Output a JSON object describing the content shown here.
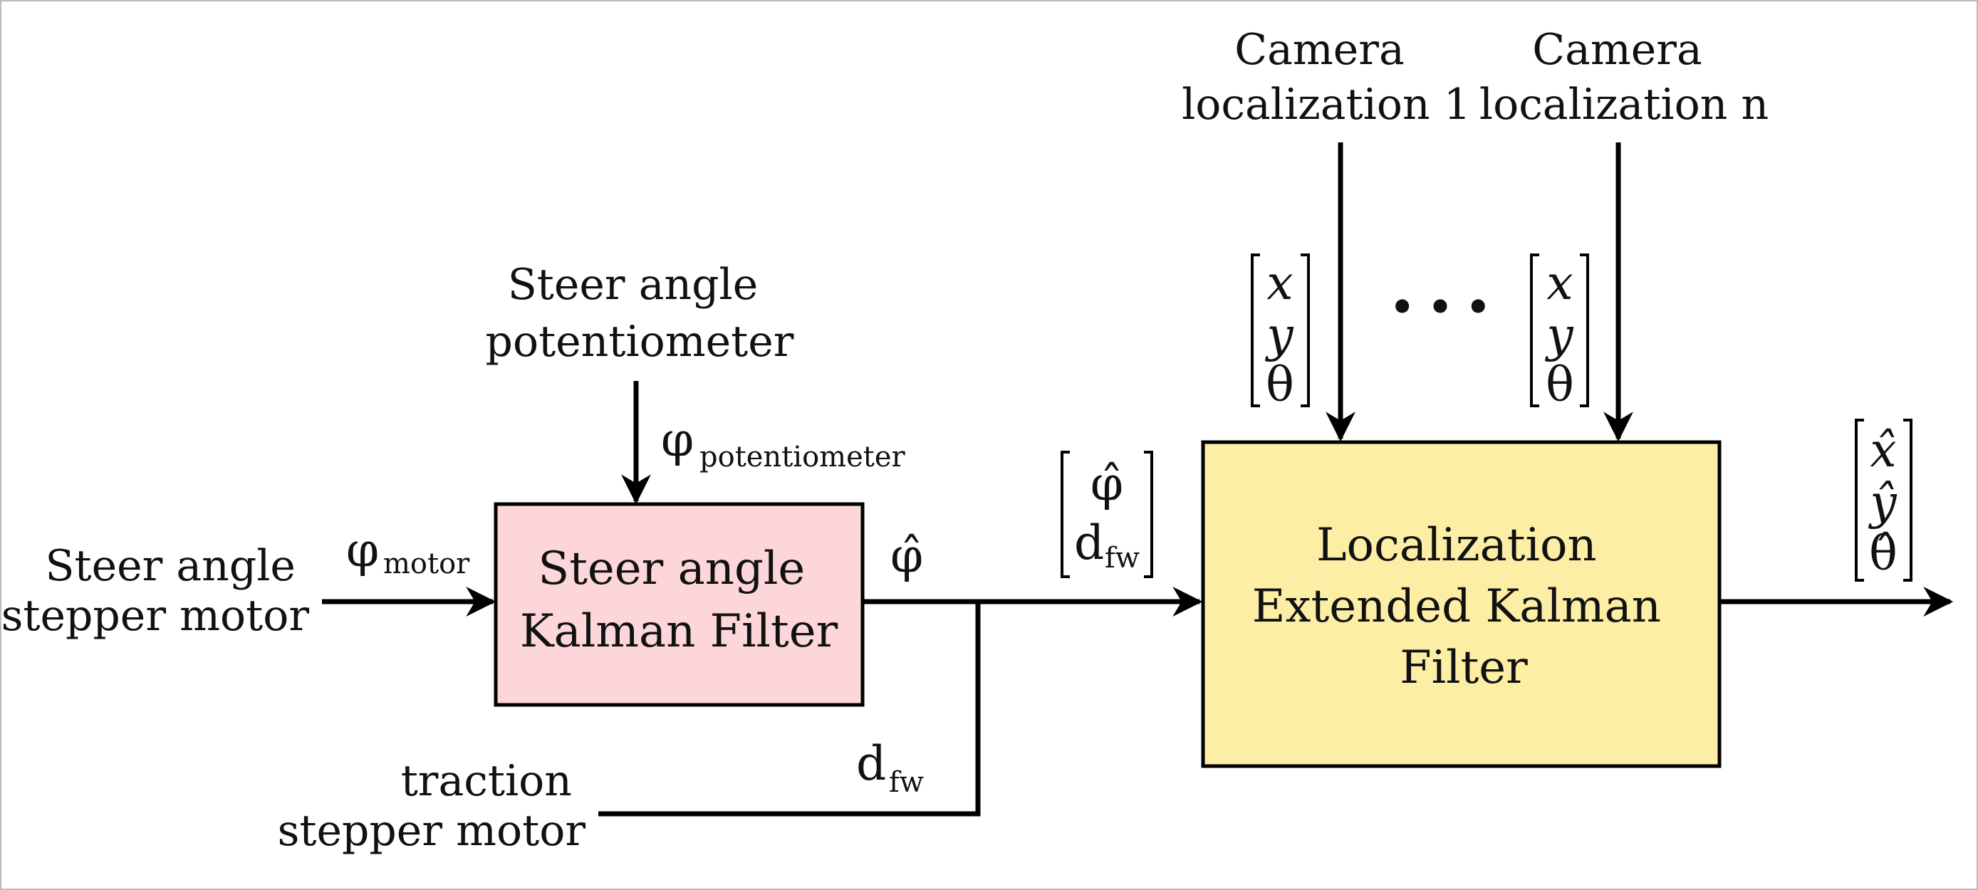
{
  "colors": {
    "kalman_block_fill": "#fdd6da",
    "ekf_block_fill": "#fdeea6",
    "stroke": "#000000"
  },
  "inputs": {
    "steer_motor": [
      "Steer angle",
      "stepper motor"
    ],
    "potentiometer": [
      "Steer angle",
      "potentiometer"
    ],
    "traction_motor": [
      "traction",
      "stepper motor"
    ],
    "camera_1": [
      "Camera",
      "localization 1"
    ],
    "camera_n": [
      "Camera",
      "localization n"
    ]
  },
  "blocks": {
    "steer_kalman": [
      "Steer angle",
      "Kalman Filter"
    ],
    "localization_ekf": [
      "Localization",
      "Extended Kalman",
      "Filter"
    ]
  },
  "signals": {
    "phi_symbol": "φ",
    "phi_motor_sub": "motor",
    "phi_pot_sub": "potentiometer",
    "phi_hat": "φ̂",
    "d_symbol": "d",
    "d_sub": "fw",
    "camera_vector": [
      "x",
      "y",
      "θ"
    ],
    "ellipsis": "• • •",
    "output_vector": [
      "x̂",
      "ŷ",
      "θ̂"
    ]
  }
}
